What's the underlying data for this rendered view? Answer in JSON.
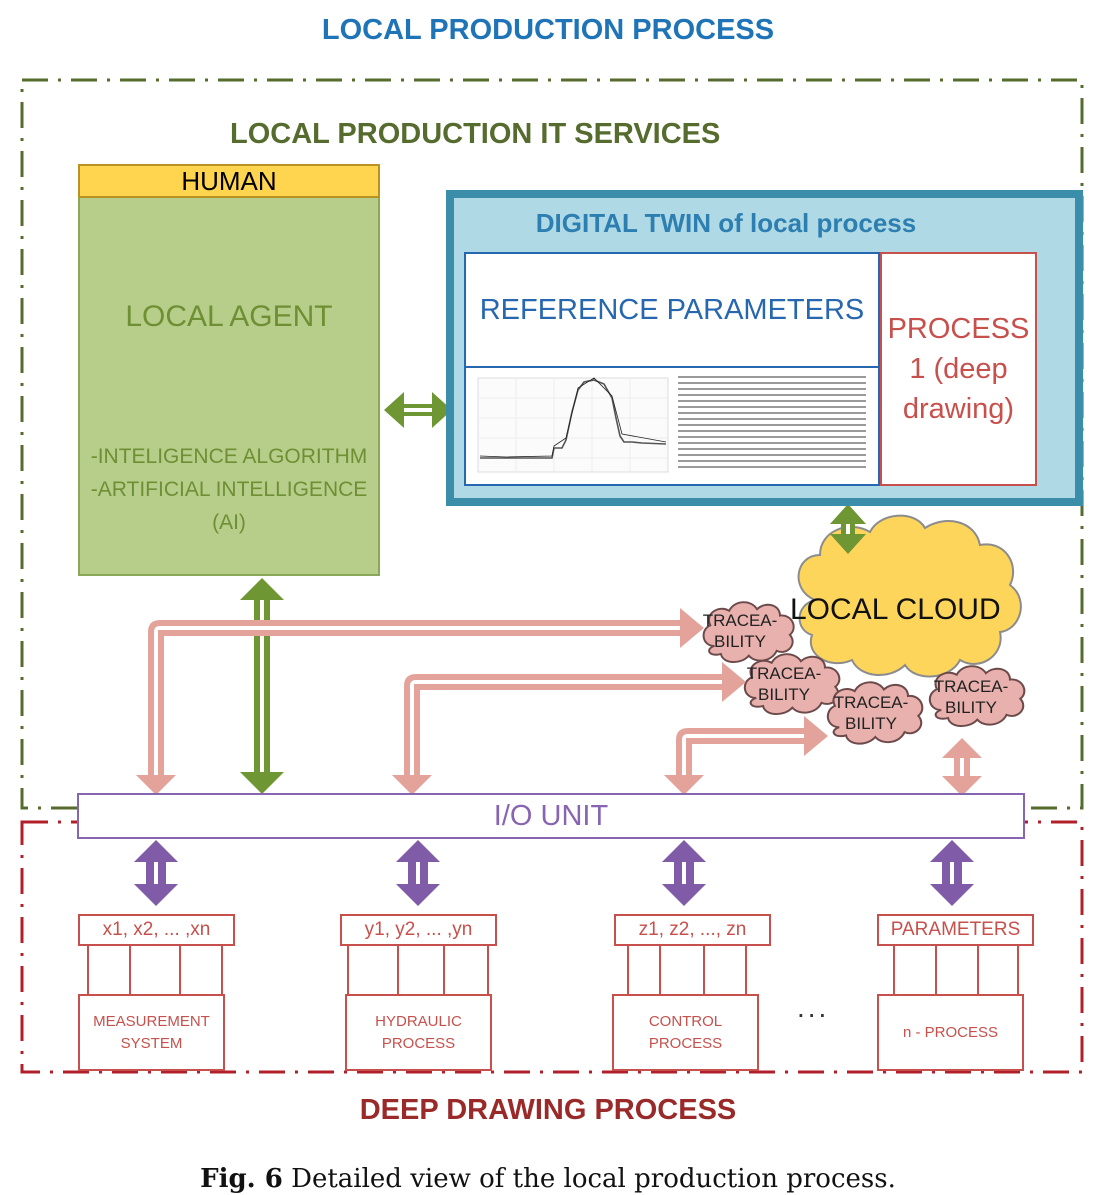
{
  "title": "LOCAL PRODUCTION PROCESS",
  "it_services_title": "LOCAL PRODUCTION IT SERVICES",
  "human": "HUMAN",
  "local_agent": {
    "title": "LOCAL AGENT",
    "lines": [
      "-INTELIGENCE ALGORITHM",
      "-ARTIFICIAL INTELLIGENCE",
      "(AI)"
    ]
  },
  "digital_twin": {
    "title": "DIGITAL TWIN of local process",
    "reference": "REFERENCE PARAMETERS",
    "process_lines": [
      "PROCESS",
      "1 (deep",
      "drawing)"
    ]
  },
  "local_cloud": "LOCAL CLOUD",
  "traceability": [
    [
      "TRACEA-",
      "BILITY"
    ],
    [
      "TRACEA-",
      "BILITY"
    ],
    [
      "TRACEA-",
      "BILITY"
    ],
    [
      "TRACEA-",
      "BILITY"
    ]
  ],
  "io_unit": "I/O UNIT",
  "variables": [
    "x1, x2, ... ,xn",
    "y1, y2, ... ,yn",
    "z1, z2, ..., zn",
    "PARAMETERS"
  ],
  "processes": [
    [
      "MEASUREMENT",
      "SYSTEM"
    ],
    [
      "HYDRAULIC",
      "PROCESS"
    ],
    [
      "CONTROL",
      "PROCESS"
    ],
    [
      "n - PROCESS"
    ]
  ],
  "ellipsis": "...",
  "deep_drawing_title": "DEEP DRAWING PROCESS",
  "caption": {
    "label": "Fig. 6",
    "text": "Detailed view of the local production process."
  },
  "colors": {
    "blue_title": "#1f74b8",
    "green": "#6f8f34",
    "green_dark": "#566b2e",
    "yellow": "#ffd44f",
    "teal": "#3a8eaa",
    "red": "#c7504c",
    "purple": "#8865b0",
    "pink_arrow": "#e3a39b",
    "green_arrow": "#6e9632",
    "cloud_yellow": "#fed55b",
    "cloud_pink": "#e8b1ad"
  }
}
